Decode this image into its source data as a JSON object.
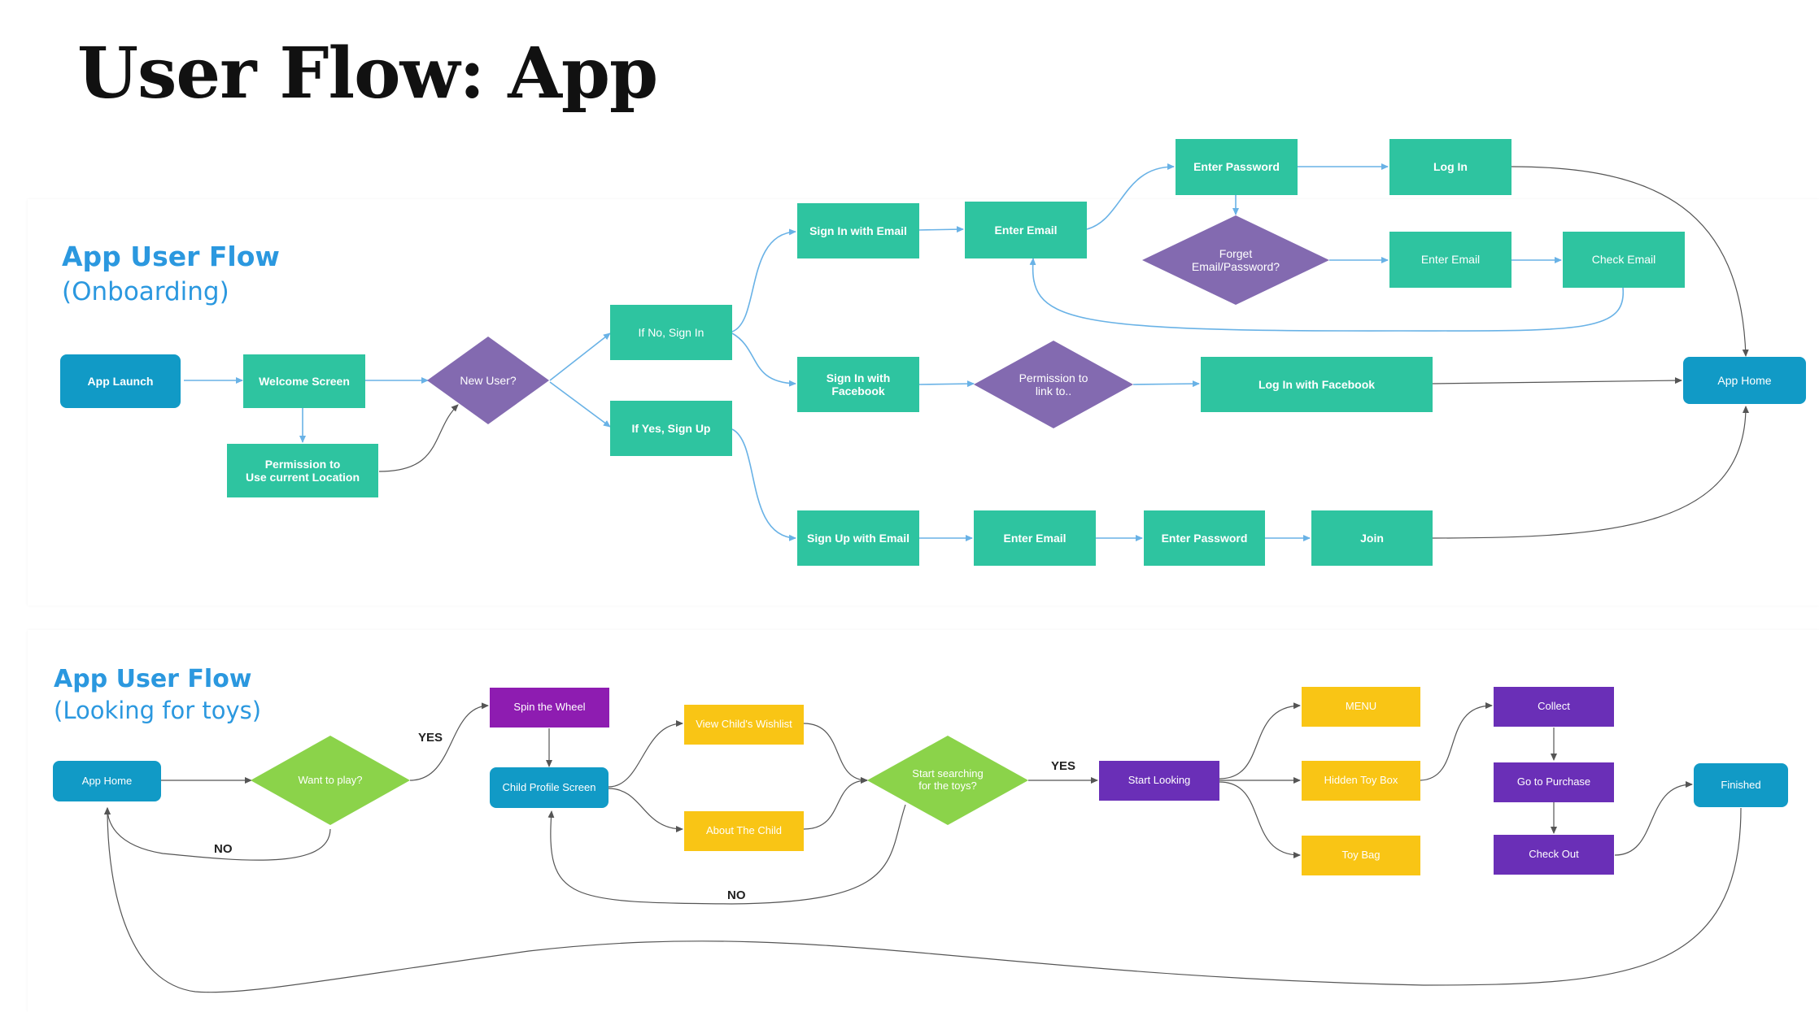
{
  "title": "User Flow: App",
  "onboarding": {
    "heading": "App User Flow",
    "subheading": "(Onboarding)",
    "nodes": {
      "app_launch": "App Launch",
      "welcome_screen": "Welcome Screen",
      "permission_location": "Permission to\nUse current Location",
      "new_user": "New User?",
      "if_no_sign_in": "If No, Sign In",
      "if_yes_sign_up": "If Yes, Sign Up",
      "sign_in_email": "Sign In with Email",
      "sign_in_facebook": "Sign In with\nFacebook",
      "sign_up_email": "Sign Up with Email",
      "enter_email_signin": "Enter Email",
      "enter_password_signin": "Enter Password",
      "log_in": "Log In",
      "forget_password": "Forget\nEmail/Password?",
      "enter_email_reset": "Enter Email",
      "check_email": "Check Email",
      "permission_link": "Permission to\nlink to..",
      "log_in_facebook": "Log In with Facebook",
      "enter_email_signup": "Enter Email",
      "enter_password_signup": "Enter Password",
      "join": "Join",
      "app_home": "App Home"
    }
  },
  "looking": {
    "heading": "App User Flow",
    "subheading": "(Looking for toys)",
    "nodes": {
      "app_home": "App Home",
      "want_to_play": "Want to play?",
      "spin_wheel": "Spin the Wheel",
      "child_profile": "Child Profile Screen",
      "view_wishlist": "View Child's Wishlist",
      "about_child": "About The Child",
      "start_searching": "Start searching\nfor the toys?",
      "start_looking": "Start Looking",
      "menu": "MENU",
      "hidden_toy_box": "Hidden Toy Box",
      "toy_bag": "Toy Bag",
      "collect": "Collect",
      "go_to_purchase": "Go to Purchase",
      "check_out": "Check Out",
      "finished": "Finished"
    },
    "labels": {
      "yes_play": "YES",
      "no_play": "NO",
      "yes_search": "YES",
      "no_search": "NO"
    }
  },
  "colors": {
    "teal": "#2ec4a0",
    "blue": "#119ac6",
    "purple_diamond": "#836ab0",
    "green_diamond": "#8bd34a",
    "yellow": "#f9c515",
    "purple": "#6a2fb7",
    "magenta": "#8e1cb1",
    "heading": "#2b98df"
  }
}
